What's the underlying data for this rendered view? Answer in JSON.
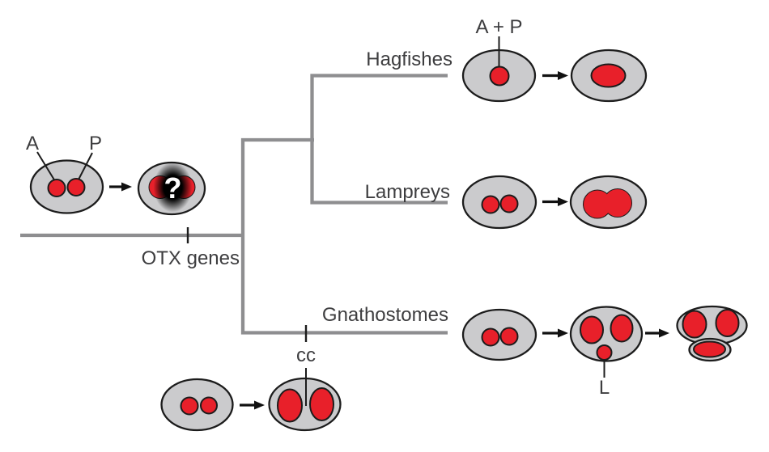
{
  "colors": {
    "background": "#ffffff",
    "cell_fill": "#cbcbcd",
    "outline": "#1c1c1c",
    "organ_red": "#e8202a",
    "branch_gray": "#8e8e90",
    "label_gray": "#3d3d3f",
    "unknown_mark_color": "#ffffff"
  },
  "ancestor": {
    "anterior_label": "A",
    "posterior_label": "P",
    "unknown_label": "?"
  },
  "tree": {
    "root_event_label": "OTX genes",
    "gnathostome_event_label": "cc",
    "taxa": [
      {
        "label": "Hagfishes"
      },
      {
        "label": "Lampreys"
      },
      {
        "label": "Gnathostomes"
      }
    ]
  },
  "hagfishes": {
    "fused_label": "A + P"
  },
  "gnathostomes": {
    "lens_label": "L"
  }
}
